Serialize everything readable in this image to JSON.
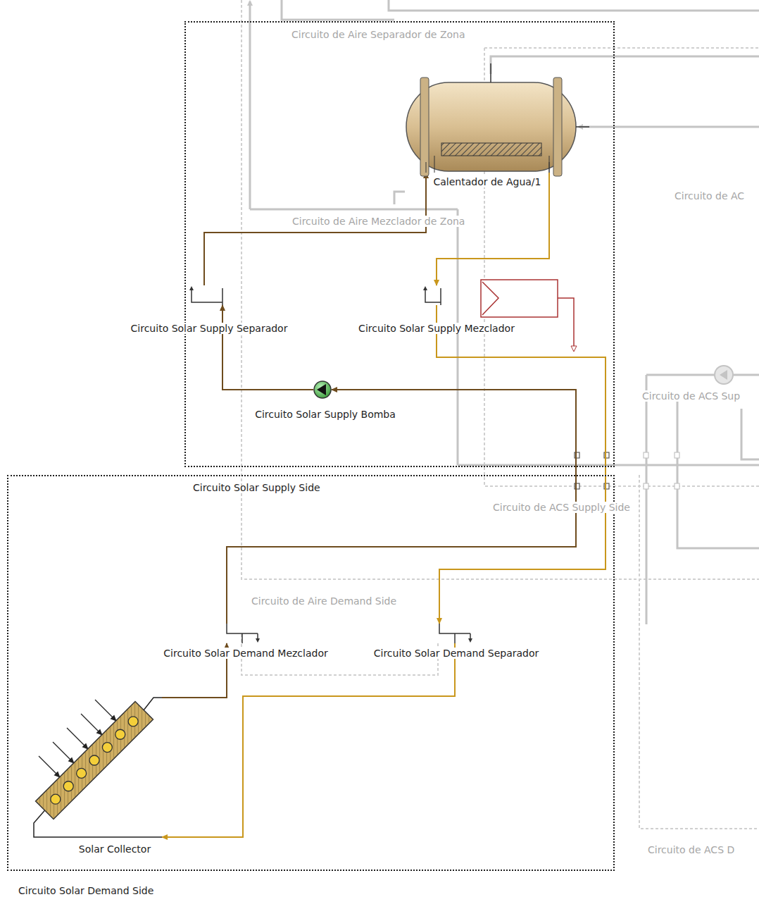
{
  "diagram": {
    "nodes": [
      {
        "text": [
          "Circuito Solar Supply Side"
        ]
      },
      {
        "text": [
          "Calentador de Agua/1"
        ],
        "in": 0
      },
      {
        "text": [
          "Circuito Solar Supply Separador"
        ],
        "in": 0
      },
      {
        "text": [
          "Circuito Solar Supply Mezclador"
        ],
        "in": 0
      },
      {
        "text": [
          "Circuito Solar Supply Bomba"
        ],
        "in": 0
      },
      {
        "text": [
          "Circuito Solar Demand Side"
        ]
      },
      {
        "text": [
          "Circuito Solar Demand Mezclador"
        ],
        "in": 5
      },
      {
        "text": [
          "Circuito Solar Demand Separador"
        ],
        "in": 5
      },
      {
        "text": [
          "Solar Collector"
        ],
        "in": 5
      }
    ],
    "edges": [
      {
        "from": 4,
        "to": 2,
        "arrow": "to"
      },
      {
        "from": 2,
        "to": 1,
        "arrow": "to"
      },
      {
        "from": 1,
        "to": 3,
        "arrow": "to"
      },
      {
        "from": 3,
        "to": 7,
        "arrow": "to"
      },
      {
        "from": 7,
        "to": 8,
        "arrow": "to"
      },
      {
        "from": 8,
        "to": 6,
        "arrow": "to"
      },
      {
        "from": 6,
        "to": 4,
        "arrow": "to"
      }
    ],
    "labels": [
      "Circuito de Aire Separador de Zona",
      "Circuito de Aire Mezclador de Zona",
      "Circuito de AC",
      "Circuito de ACS Sup",
      "Circuito de ACS Supply Side",
      "Circuito de Aire Demand Side",
      "Circuito de ACS D"
    ]
  }
}
